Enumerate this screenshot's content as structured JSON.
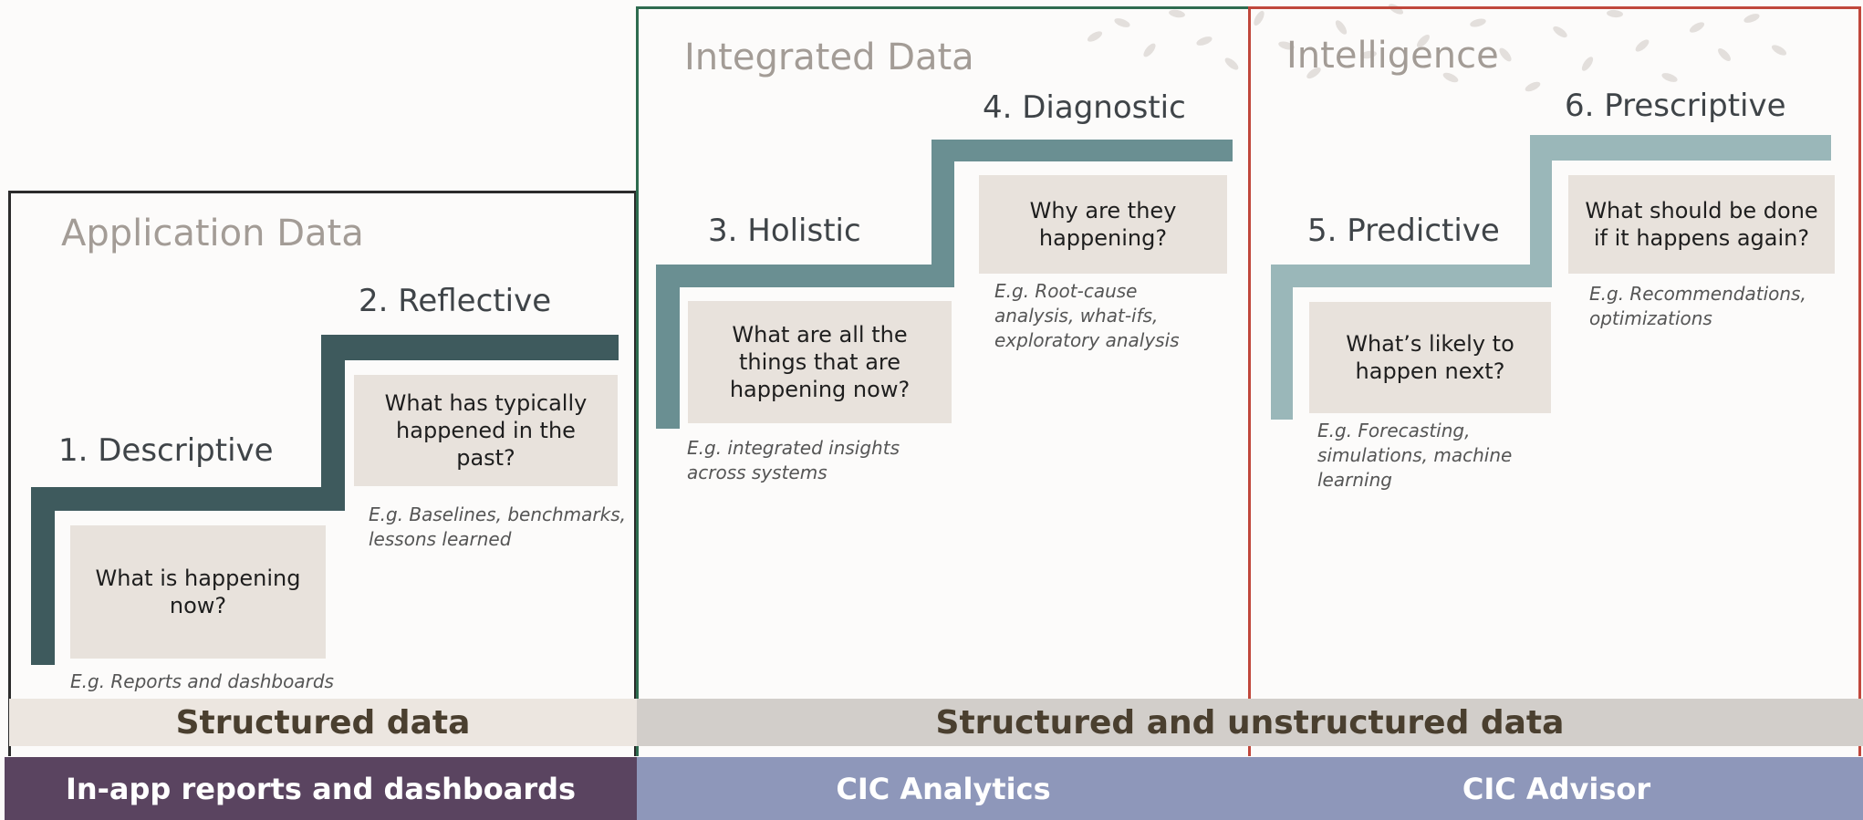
{
  "sections": {
    "application": {
      "title": "Application Data"
    },
    "integrated": {
      "title": "Integrated Data"
    },
    "intelligence": {
      "title": "Intelligence"
    }
  },
  "steps": [
    {
      "label": "1. Descriptive",
      "question": "What is happening now?",
      "example": "E.g. Reports and dashboards"
    },
    {
      "label": "2. Reflective",
      "question": "What has typically happened in the past?",
      "example": "E.g. Baselines, benchmarks, lessons learned"
    },
    {
      "label": "3. Holistic",
      "question": "What are all the things that are happening now?",
      "example": "E.g. integrated insights across systems"
    },
    {
      "label": "4. Diagnostic",
      "question": "Why are they happening?",
      "example": "E.g. Root-cause analysis, what-ifs, exploratory analysis"
    },
    {
      "label": "5. Predictive",
      "question": "What’s likely to happen next?",
      "example": "E.g. Forecasting, simulations, machine learning"
    },
    {
      "label": "6. Prescriptive",
      "question": "What should be done if it happens again?",
      "example": "E.g. Recommendations, optimizations"
    }
  ],
  "bands": {
    "structured": "Structured data",
    "unstructured": "Structured and unstructured data"
  },
  "footers": {
    "in_app": "In-app reports and dashboards",
    "analytics": "CIC Analytics",
    "advisor": "CIC Advisor"
  },
  "colors": {
    "step_dark": "#3e5a5d",
    "step_mid": "#6a8f92",
    "step_light": "#9ab7b9",
    "frame_black": "#2b2b2b",
    "frame_green": "#2e6b4f",
    "frame_red": "#c0473b",
    "footer_purple": "#5a4460",
    "footer_blue": "#8e97ba",
    "band_structured": "#ece6e0",
    "band_unstructured": "#d2ceca",
    "band_text": "#4a3f2f"
  }
}
